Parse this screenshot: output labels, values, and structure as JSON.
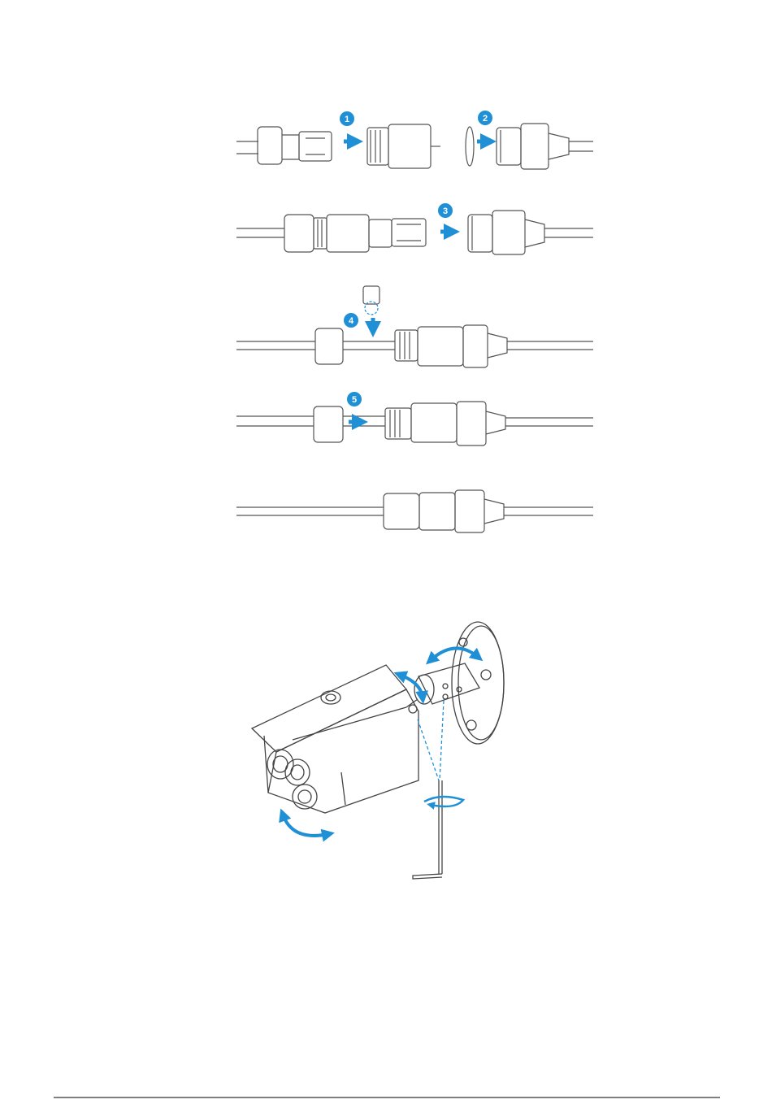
{
  "document": {
    "type": "installation-manual-page",
    "accent_color": "#1f8fd6",
    "line_color": "#555555",
    "figures": [
      {
        "id": "waterproof-connector-assembly",
        "steps": [
          {
            "number": "1"
          },
          {
            "number": "2"
          },
          {
            "number": "3"
          },
          {
            "number": "4"
          },
          {
            "number": "5"
          }
        ]
      },
      {
        "id": "camera-angle-adjustment",
        "icons": [
          "rotate-arrow-icon",
          "hex-key-icon"
        ]
      }
    ],
    "footer_rule": true
  }
}
